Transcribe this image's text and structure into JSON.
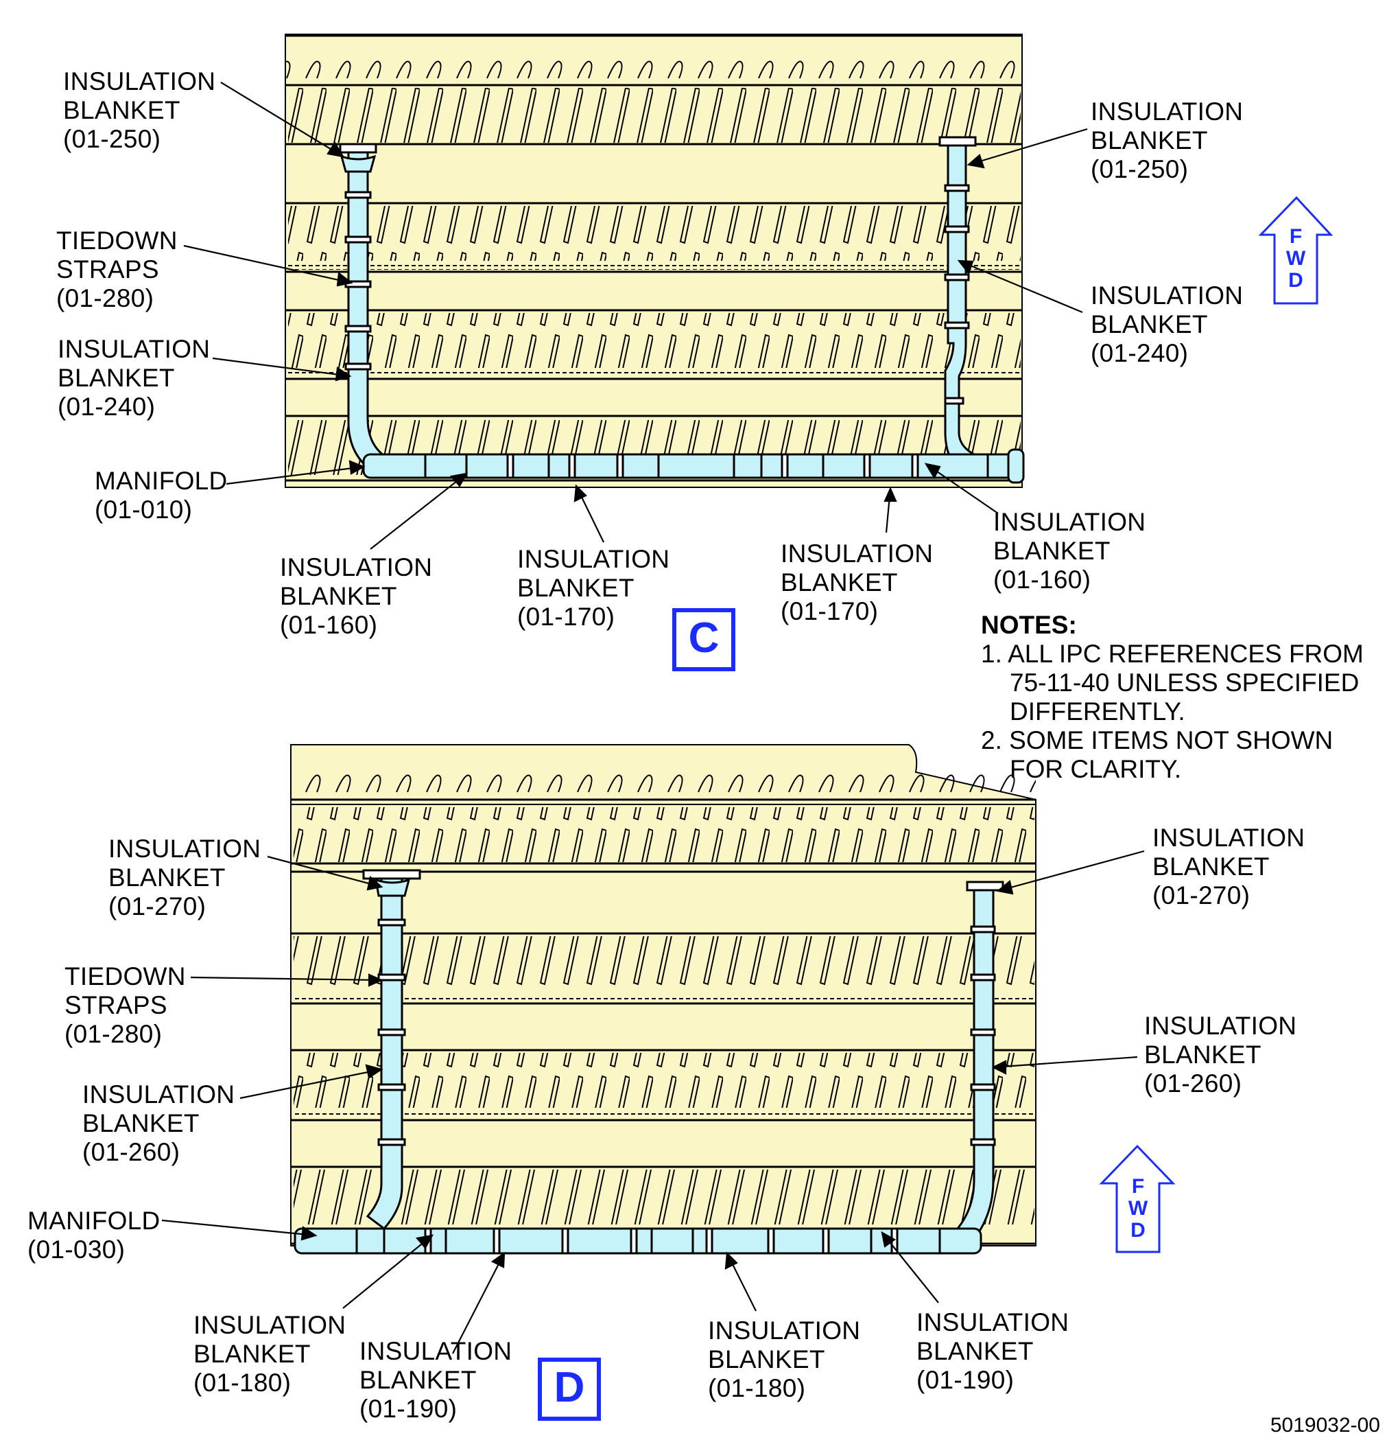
{
  "view_c": {
    "letter": "C",
    "labels": {
      "blanket_250_left": "INSULATION\nBLANKET\n(01-250)",
      "blanket_250_right": "INSULATION\nBLANKET\n(01-250)",
      "straps_280": "TIEDOWN\nSTRAPS\n(01-280)",
      "blanket_240_left": "INSULATION\nBLANKET\n(01-240)",
      "blanket_240_right": "INSULATION\nBLANKET\n(01-240)",
      "manifold_010": "MANIFOLD\n(01-010)",
      "blanket_160_left": "INSULATION\nBLANKET\n(01-160)",
      "blanket_170_left": "INSULATION\nBLANKET\n(01-170)",
      "blanket_170_right": "INSULATION\nBLANKET\n(01-170)",
      "blanket_160_right": "INSULATION\nBLANKET\n(01-160)"
    }
  },
  "view_d": {
    "letter": "D",
    "labels": {
      "blanket_270_left": "INSULATION\nBLANKET\n(01-270)",
      "blanket_270_right": "INSULATION\nBLANKET\n(01-270)",
      "straps_280": "TIEDOWN\nSTRAPS\n(01-280)",
      "blanket_260_left": "INSULATION\nBLANKET\n(01-260)",
      "blanket_260_right": "INSULATION\nBLANKET\n(01-260)",
      "manifold_030": "MANIFOLD\n(01-030)",
      "blanket_180_left": "INSULATION\nBLANKET\n(01-180)",
      "blanket_190_left": "INSULATION\nBLANKET\n(01-190)",
      "blanket_180_right": "INSULATION\nBLANKET\n(01-180)",
      "blanket_190_right": "INSULATION\nBLANKET\n(01-190)"
    }
  },
  "fwd_arrow": {
    "letters": [
      "F",
      "W",
      "D"
    ]
  },
  "notes": {
    "title": "NOTES:",
    "items": [
      "1. ALL IPC REFERENCES FROM 75-11-40 UNLESS SPECIFIED DIFFERENTLY.",
      "2. SOME ITEMS NOT SHOWN FOR CLARITY."
    ]
  },
  "figure_id": "5019032-00",
  "colors": {
    "structure_fill": "#fbf6c6",
    "duct_fill": "#c6f3fa",
    "accent_blue": "#1a2cff",
    "line": "#000000"
  }
}
